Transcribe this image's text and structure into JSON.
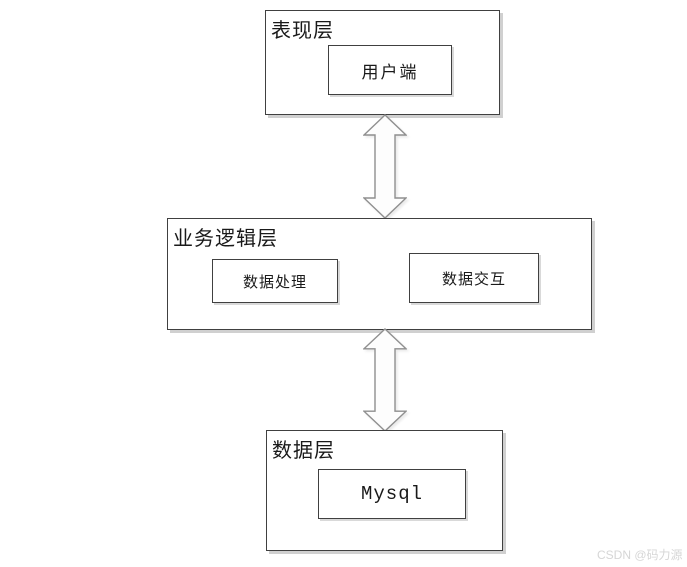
{
  "diagram": {
    "type": "layered-architecture",
    "layers": [
      {
        "id": "presentation",
        "label": "表现层",
        "children": [
          {
            "id": "client",
            "label": "用户端"
          }
        ]
      },
      {
        "id": "business",
        "label": "业务逻辑层",
        "children": [
          {
            "id": "data-processing",
            "label": "数据处理"
          },
          {
            "id": "data-interaction",
            "label": "数据交互"
          }
        ]
      },
      {
        "id": "data",
        "label": "数据层",
        "children": [
          {
            "id": "mysql",
            "label": "Mysql"
          }
        ]
      }
    ],
    "connectors": [
      {
        "type": "double-headed-arrow",
        "from": "表现层",
        "to": "业务逻辑层"
      },
      {
        "type": "double-headed-arrow",
        "from": "业务逻辑层",
        "to": "数据层"
      }
    ]
  },
  "watermark": {
    "text": "CSDN @码力源"
  },
  "colors": {
    "border": "#404040",
    "arrow_stroke": "#8f8f8f",
    "arrow_fill": "#fdfdfd",
    "watermark": "#d6d6d6",
    "background": "#ffffff"
  }
}
